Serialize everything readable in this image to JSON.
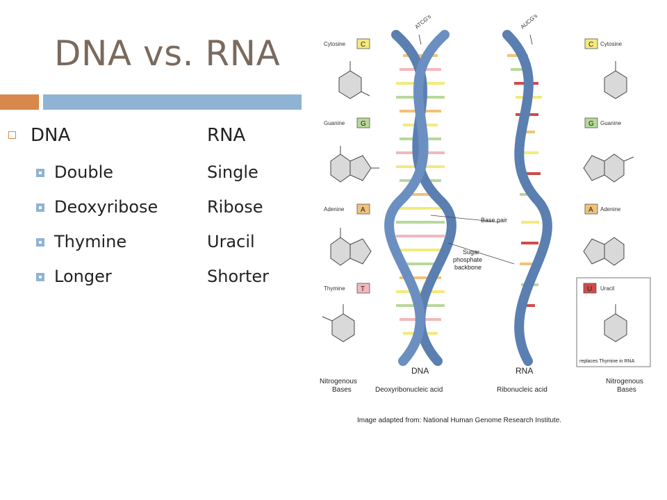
{
  "slide": {
    "title": "DNA vs. RNA",
    "header": {
      "left": "DNA",
      "right": "RNA"
    },
    "rows": [
      {
        "left": "Double",
        "right": "Single"
      },
      {
        "left": "Deoxyribose",
        "right": "Ribose"
      },
      {
        "left": "Thymine",
        "right": "Uracil"
      },
      {
        "left": "Longer",
        "right": "Shorter"
      }
    ]
  },
  "diagram": {
    "left_bases": [
      {
        "name": "Cytosine",
        "letter": "C",
        "color": "#f4ea7a"
      },
      {
        "name": "Guanine",
        "letter": "G",
        "color": "#b8d89a"
      },
      {
        "name": "Adenine",
        "letter": "A",
        "color": "#f2c27a"
      },
      {
        "name": "Thymine",
        "letter": "T",
        "color": "#f2b8bc"
      }
    ],
    "right_bases": [
      {
        "name": "Cytosine",
        "letter": "C",
        "color": "#f4ea7a"
      },
      {
        "name": "Guanine",
        "letter": "G",
        "color": "#b8d89a"
      },
      {
        "name": "Adenine",
        "letter": "A",
        "color": "#f2c27a"
      },
      {
        "name": "Uracil",
        "letter": "U",
        "color": "#d04a4a"
      }
    ],
    "dna_top_label": "ATCG's",
    "rna_top_label": "AUCG's",
    "base_pair_label": "Base pair",
    "backbone_label": [
      "Sugar",
      "phosphate",
      "backbone"
    ],
    "uracil_note": "replaces Thymine in RNA",
    "dna_label": "DNA",
    "dna_sub": "Deoxyribonucleic acid",
    "rna_label": "RNA",
    "rna_sub": "Ribonucleic acid",
    "nitro_left": [
      "Nitrogenous",
      "Bases"
    ],
    "nitro_right": [
      "Nitrogenous",
      "Bases"
    ],
    "credit": "Image adapted from: National Human Genome Research Institute."
  },
  "colors": {
    "title": "#7a6a5e",
    "accent_orange": "#d7884a",
    "accent_blue": "#8fb3d3",
    "backbone": "#5a7fb0"
  }
}
